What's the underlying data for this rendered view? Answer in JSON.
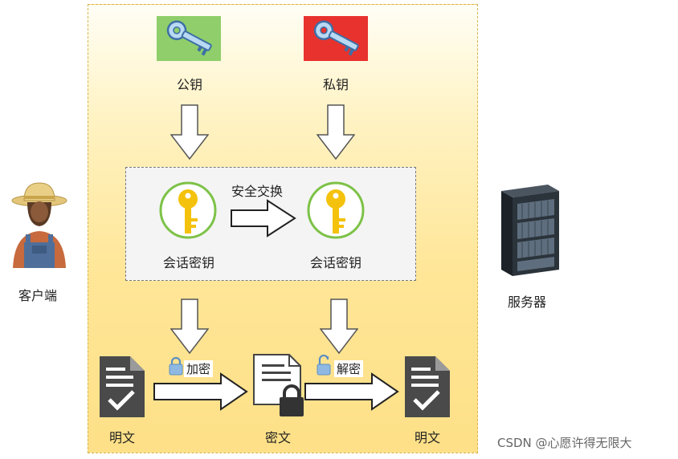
{
  "labels": {
    "public_key": "公钥",
    "private_key": "私钥",
    "key_exchange": "安全交换",
    "session_key_client": "会话密钥",
    "session_key_server": "会话密钥",
    "client": "客户端",
    "server": "服务器",
    "encrypt": "加密",
    "decrypt": "解密",
    "plaintext_left": "明文",
    "ciphertext": "密文",
    "plaintext_right": "明文"
  },
  "watermark": "CSDN @心愿许得无限大",
  "colors": {
    "public_key_bg": "#8fce6a",
    "private_key_bg": "#e8322e",
    "panel_border": "#d6b34a",
    "session_key_gold": "#f4c20d",
    "session_key_ring": "#7dc247"
  }
}
